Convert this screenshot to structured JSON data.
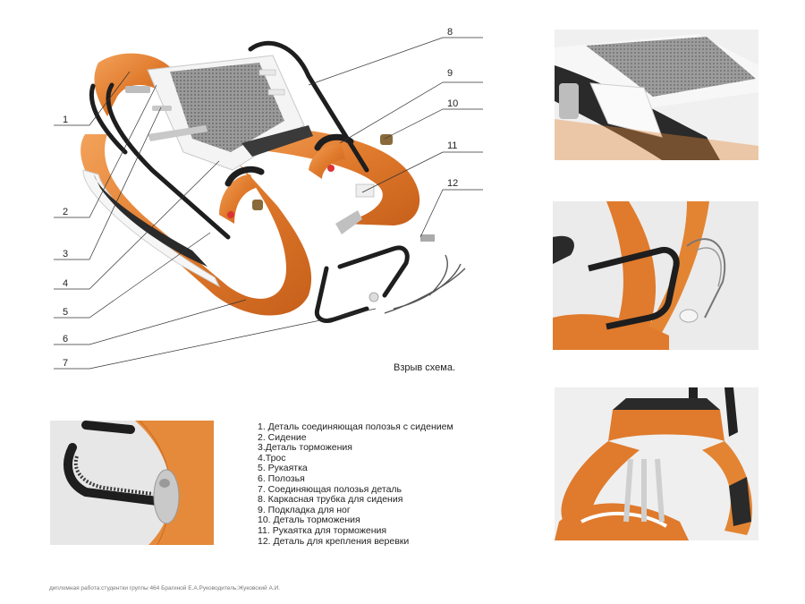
{
  "callouts": [
    "1",
    "2",
    "3",
    "4",
    "5",
    "6",
    "7",
    "8",
    "9",
    "10",
    "11",
    "12"
  ],
  "caption": "Взрыв схема.",
  "legend": [
    "1. Деталь соединяющая полозья с сидением",
    "2. Сидение",
    "3.Деталь торможения",
    "4.Трос",
    "5. Рукаятка",
    "6. Полозья",
    "7. Соединяющая полозья деталь",
    "8. Каркасная трубка для сидения",
    "9. Подкладка для ног",
    "10. Деталь торможения",
    "11. Рукаятка для торможения",
    "12. Деталь для крепления веревки"
  ],
  "footer": "дипломная работа:студентки группы 464 Брагиной Е.А.Руководитель:Жуковский А.И.",
  "colors": {
    "wood": "#e07a2c",
    "wood_light": "#f2a45a",
    "frame": "#222222",
    "seat": "#f4f4f4",
    "mesh": "#8a8a8a",
    "background": "#ffffff"
  }
}
